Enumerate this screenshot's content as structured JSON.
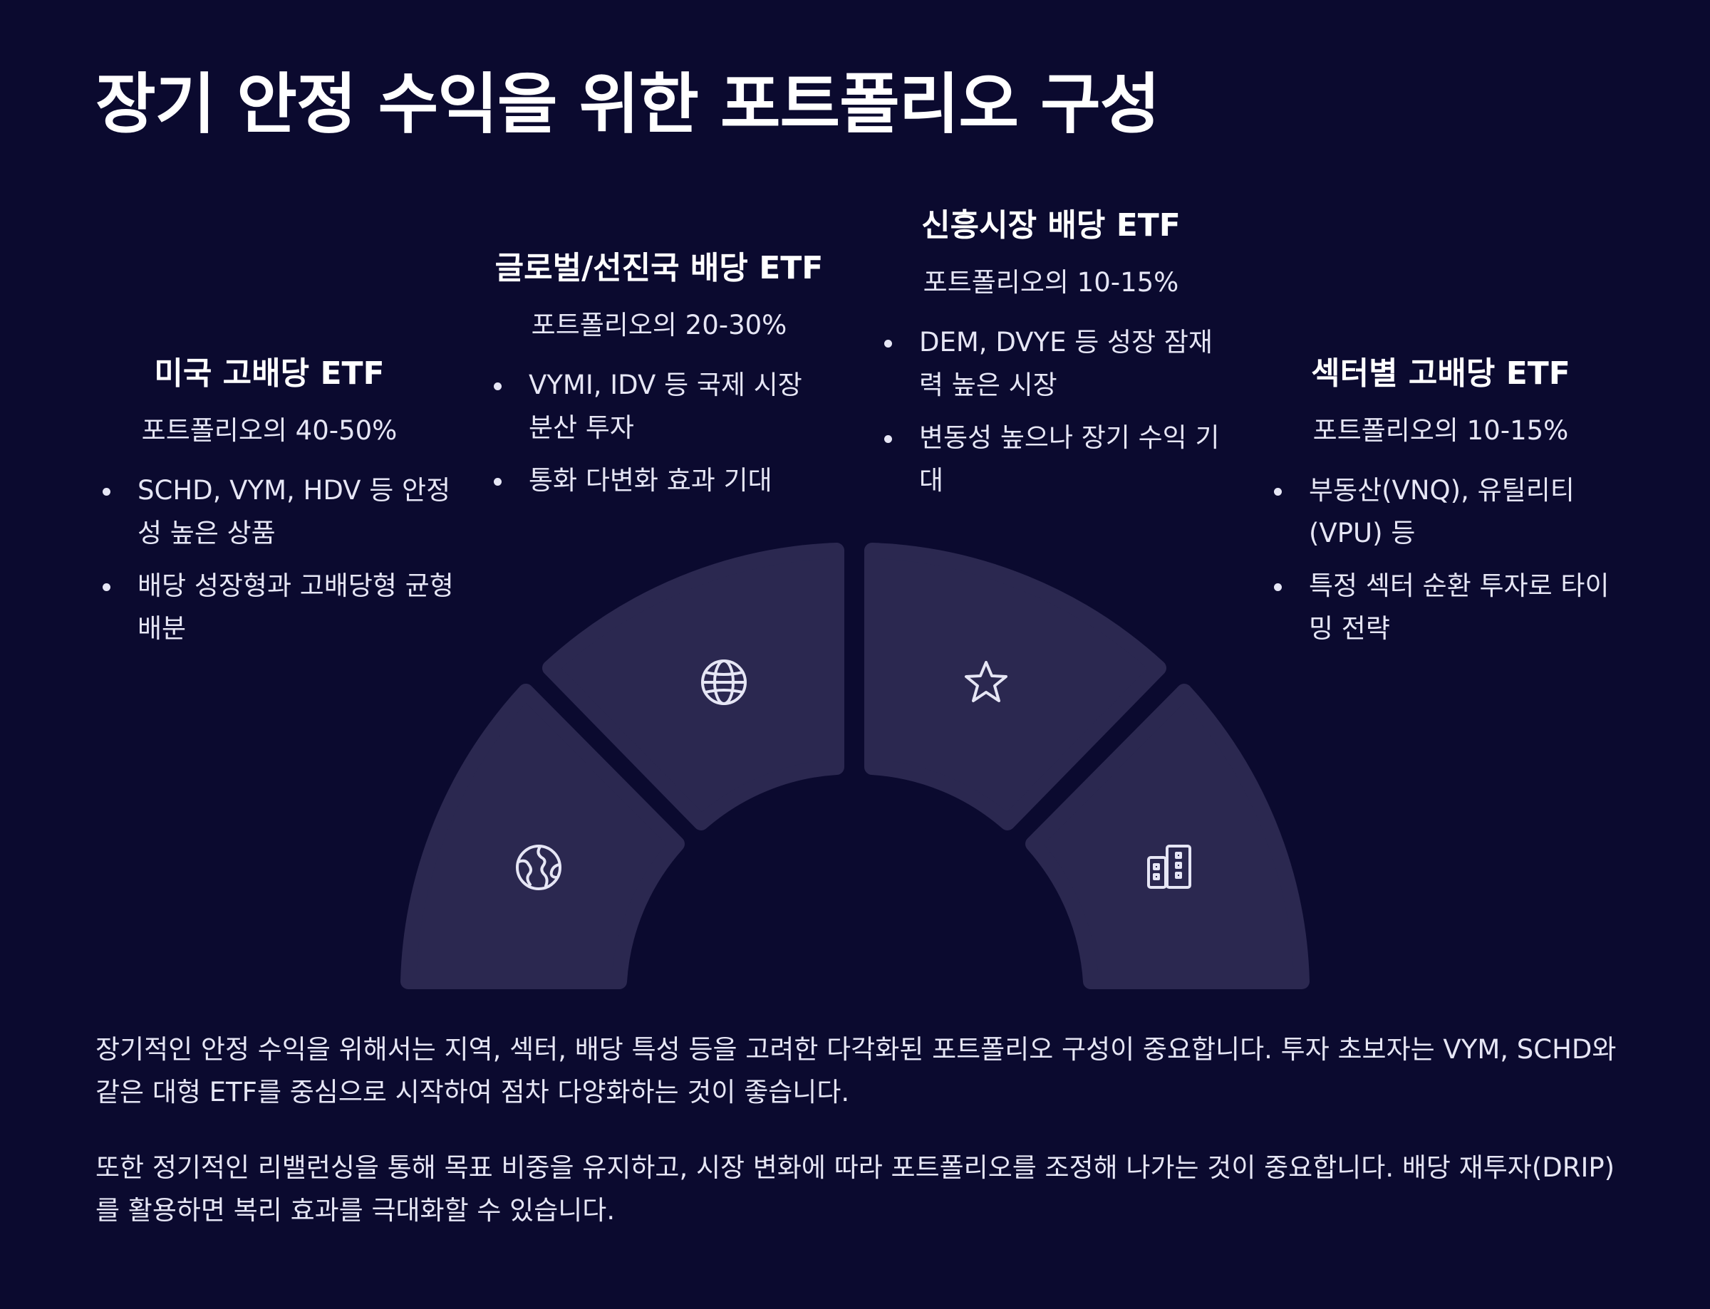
{
  "title": "장기 안정 수익을 위한 포트폴리오 구성",
  "colors": {
    "background": "#0b0a2f",
    "segment_fill": "#2b2850",
    "icon_stroke": "#e6e6f5",
    "text": "#ffffff"
  },
  "segments": [
    {
      "title": "미국 고배당 ETF",
      "share": "포트폴리오의 40-50%",
      "icon": "globe-americas-icon",
      "bullets": [
        "SCHD, VYM, HDV 등 안정성 높은 상품",
        "배당 성장형과 고배당형 균형 배분"
      ]
    },
    {
      "title": "글로벌/선진국 배당 ETF",
      "share": "포트폴리오의 20-30%",
      "icon": "globe-icon",
      "bullets": [
        "VYMI, IDV 등 국제 시장 분산 투자",
        "통화 다변화 효과 기대"
      ]
    },
    {
      "title": "신흥시장 배당 ETF",
      "share": "포트폴리오의 10-15%",
      "icon": "star-icon",
      "bullets": [
        "DEM, DVYE 등 성장 잠재력 높은 시장",
        "변동성 높으나 장기 수익 기대"
      ]
    },
    {
      "title": "섹터별 고배당 ETF",
      "share": "포트폴리오의 10-15%",
      "icon": "buildings-icon",
      "bullets": [
        "부동산(VNQ), 유틸리티(VPU) 등",
        "특정 섹터 순환 투자로 타이밍 전략"
      ]
    }
  ],
  "paragraphs": [
    "장기적인 안정 수익을 위해서는 지역, 섹터, 배당 특성 등을 고려한 다각화된 포트폴리오 구성이 중요합니다. 투자 초보자는 VYM, SCHD와 같은 대형 ETF를 중심으로 시작하여 점차 다양화하는 것이 좋습니다.",
    "또한 정기적인 리밸런싱을 통해 목표 비중을 유지하고, 시장 변화에 따라 포트폴리오를 조정해 나가는 것이 중요합니다. 배당 재투자(DRIP)를 활용하면 복리 효과를 극대화할 수 있습니다."
  ]
}
